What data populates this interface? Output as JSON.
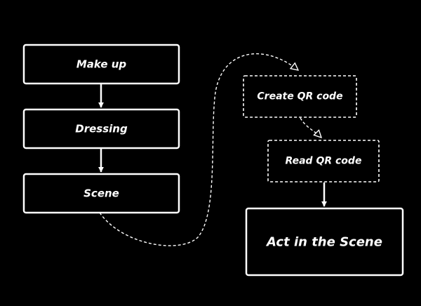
{
  "colors": {
    "background": "#000000",
    "stroke": "#ffffff",
    "text": "#ffffff"
  },
  "nodes": {
    "makeup": {
      "label": "Make up",
      "style": "solid"
    },
    "dressing": {
      "label": "Dressing",
      "style": "solid"
    },
    "scene": {
      "label": "Scene",
      "style": "solid"
    },
    "create_qr": {
      "label": "Create QR code",
      "style": "dashed"
    },
    "read_qr": {
      "label": "Read QR code",
      "style": "dashed"
    },
    "act": {
      "label": "Act in the Scene",
      "style": "solid"
    }
  },
  "edges": [
    {
      "from": "makeup",
      "to": "dressing",
      "style": "solid",
      "arrowhead": "filled"
    },
    {
      "from": "dressing",
      "to": "scene",
      "style": "solid",
      "arrowhead": "filled"
    },
    {
      "from": "scene",
      "to": "create_qr",
      "style": "dashed",
      "arrowhead": "open"
    },
    {
      "from": "create_qr",
      "to": "read_qr",
      "style": "dashed",
      "arrowhead": "open"
    },
    {
      "from": "read_qr",
      "to": "act",
      "style": "solid",
      "arrowhead": "filled"
    }
  ]
}
